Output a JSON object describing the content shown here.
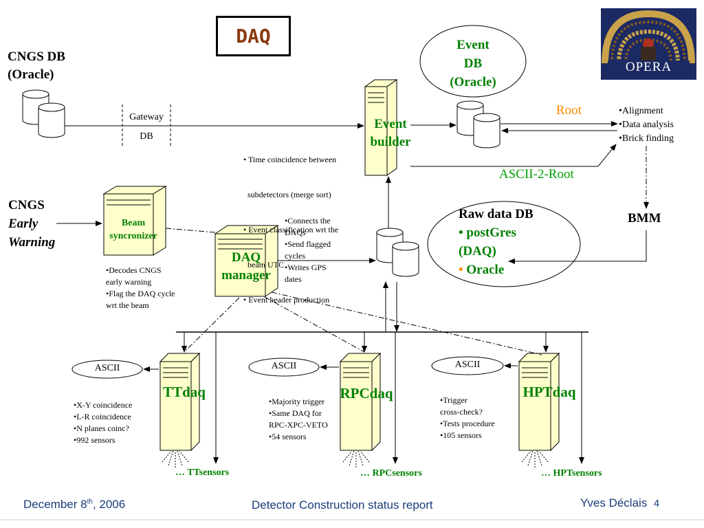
{
  "slide": {
    "title": "DAQ",
    "footer": {
      "date_main": "December 8",
      "date_sup": "th",
      "date_year": ", 2006",
      "center": "Detector Construction status report",
      "author": "Yves Déclais",
      "page": "4"
    },
    "logo": {
      "text": "OPERA",
      "icon": "opera-theater-logo"
    }
  },
  "diagram": {
    "cngs_db": {
      "line1": "CNGS DB",
      "line2": "(Oracle)"
    },
    "gateway": {
      "line1": "Gateway",
      "line2": "DB"
    },
    "event_db": {
      "line1": "Event",
      "line2": "DB",
      "line3": "(Oracle)"
    },
    "event_builder": {
      "line1": "Event",
      "line2": "builder"
    },
    "event_builder_notes": [
      "• Time coincidence between",
      "  subdetectors (merge sort)",
      "• Event classification wrt the",
      "  beam UTC",
      "• Event header production"
    ],
    "root_label": "Root",
    "ascii_to_root": "ASCII-2-Root",
    "analysis_list": [
      "•Alignment",
      "•Data analysis",
      "•Brick finding"
    ],
    "bmm": "BMM",
    "raw_data_db": {
      "line1": "Raw data DB",
      "line2": "• postGres",
      "line3": "(DAQ)",
      "line4_bullet": "•",
      "line4_text": " Oracle"
    },
    "cngs_early_warning": {
      "line1": "CNGS",
      "line2": "Early",
      "line3": "Warning"
    },
    "beam_sync": {
      "line1": "Beam",
      "line2": "syncronizer"
    },
    "beam_sync_notes": [
      "•Decodes CNGS",
      "early warning",
      "•Flag the DAQ cycle",
      "wrt the beam"
    ],
    "daq_manager": {
      "line1": "DAQ",
      "line2": "manager"
    },
    "daq_manager_notes": [
      "•Connects the",
      "DAQs",
      "•Send flagged",
      "cycles",
      "•Writes GPS",
      "dates"
    ],
    "tt": {
      "name": "TTdaq",
      "ascii": "ASCII",
      "notes": [
        "•X-Y coincidence",
        "•L-R coincidence",
        "•N planes coinc?",
        "•992 sensors"
      ],
      "sensors": "… TTsensors"
    },
    "rpc": {
      "name": "RPCdaq",
      "ascii": "ASCII",
      "notes": [
        "•Majority trigger",
        "•Same DAQ for",
        "RPC-XPC-VETO",
        "•54 sensors"
      ],
      "sensors": "… RPCsensors"
    },
    "hpt": {
      "name": "HPTdaq",
      "ascii": "ASCII",
      "notes": [
        "•Trigger",
        "cross-check?",
        "•Tests procedure",
        "•105 sensors"
      ],
      "sensors": "… HPTsensors"
    }
  },
  "colors": {
    "server_fill": "#ffffcc",
    "title_color": "#8b3a0f",
    "green": "#008000",
    "orange": "#ff8c00",
    "logo_bg": "#1c2a63"
  }
}
